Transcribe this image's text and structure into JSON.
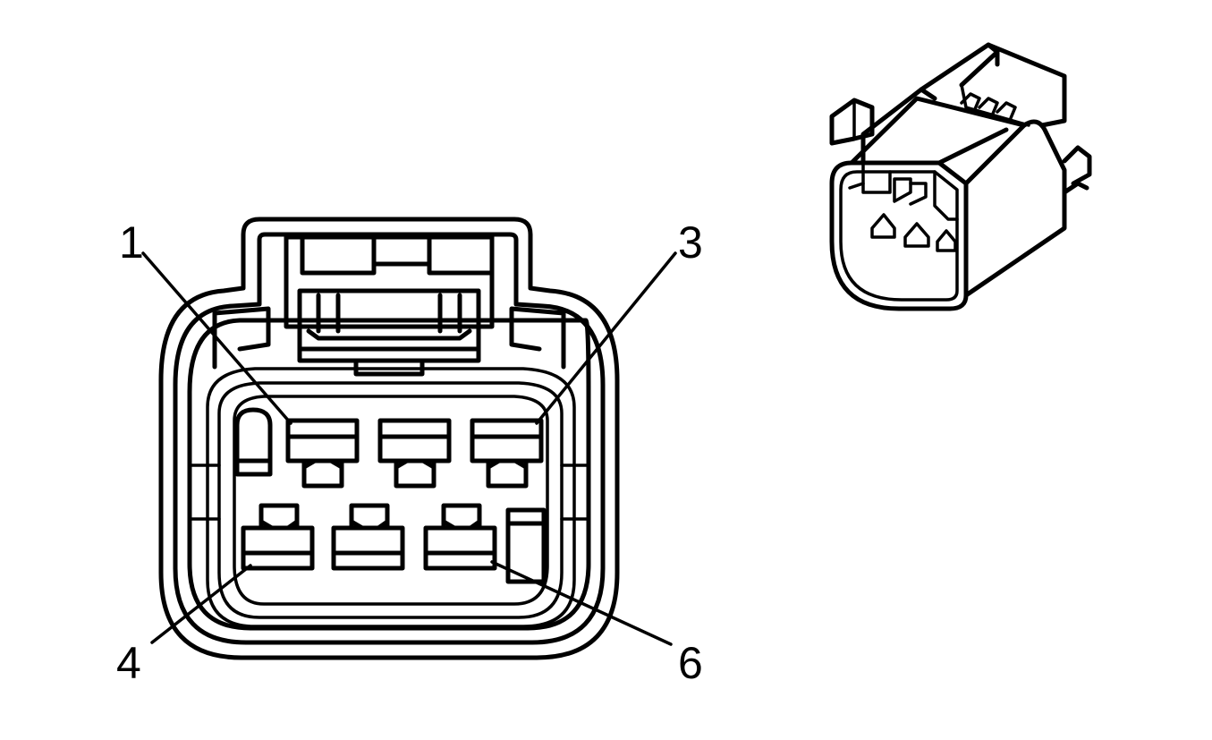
{
  "callouts": {
    "pin_1": "1",
    "pin_3": "3",
    "pin_4": "4",
    "pin_6": "6"
  },
  "colors": {
    "line": "#000000",
    "background": "#ffffff"
  }
}
